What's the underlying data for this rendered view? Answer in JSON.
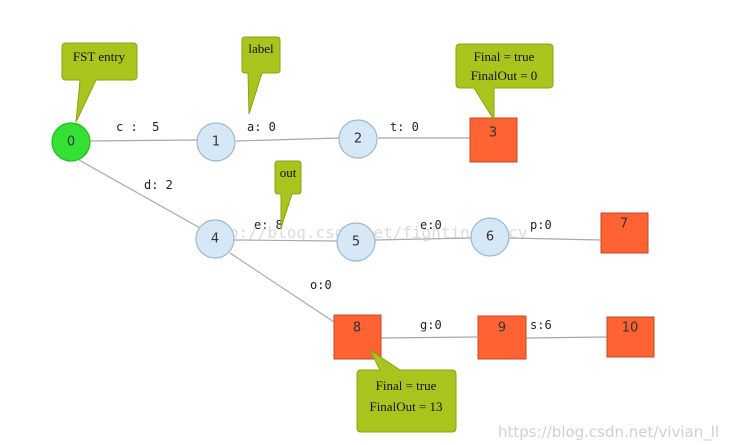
{
  "diagram": {
    "callouts": {
      "fst_entry": "FST entry",
      "label": "label",
      "out": "out",
      "final_top_line1": "Final = true",
      "final_top_line2": "FinalOut = 0",
      "final_bottom_line1": "Final = true",
      "final_bottom_line2": "FinalOut = 13"
    },
    "nodes": [
      {
        "id": "0",
        "type": "start"
      },
      {
        "id": "1",
        "type": "state"
      },
      {
        "id": "2",
        "type": "state"
      },
      {
        "id": "3",
        "type": "final"
      },
      {
        "id": "4",
        "type": "state"
      },
      {
        "id": "5",
        "type": "state"
      },
      {
        "id": "6",
        "type": "state"
      },
      {
        "id": "7",
        "type": "final"
      },
      {
        "id": "8",
        "type": "final"
      },
      {
        "id": "9",
        "type": "final"
      },
      {
        "id": "10",
        "type": "final"
      }
    ],
    "edges": [
      {
        "from": "0",
        "to": "1",
        "label": "c :  5"
      },
      {
        "from": "1",
        "to": "2",
        "label": "a: 0"
      },
      {
        "from": "2",
        "to": "3",
        "label": "t: 0"
      },
      {
        "from": "0",
        "to": "4",
        "label": "d: 2"
      },
      {
        "from": "4",
        "to": "5",
        "label": "e: 8"
      },
      {
        "from": "5",
        "to": "6",
        "label": "e:0"
      },
      {
        "from": "6",
        "to": "7",
        "label": "p:0"
      },
      {
        "from": "4",
        "to": "8",
        "label": "o:0"
      },
      {
        "from": "8",
        "to": "9",
        "label": "g:0"
      },
      {
        "from": "9",
        "to": "10",
        "label": "s:6"
      }
    ],
    "watermark_center": "http://blog.csdn.net/fightingforcv",
    "watermark_footer": "https://blog.csdn.net/vivian_ll"
  }
}
